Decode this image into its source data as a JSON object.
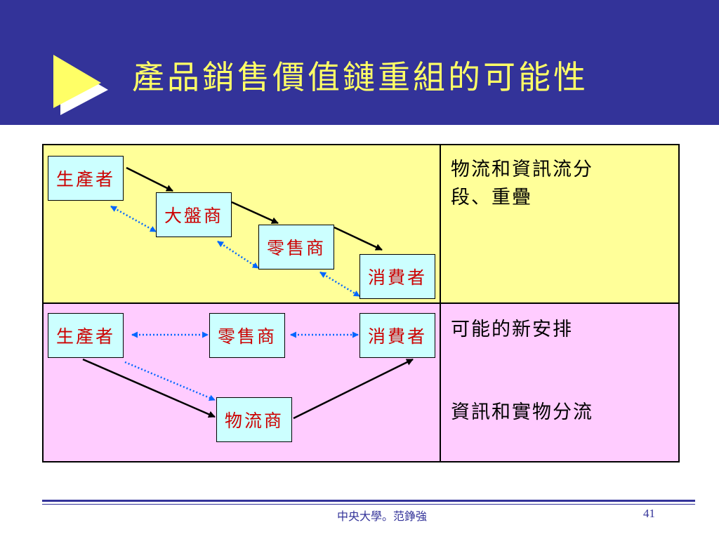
{
  "slide": {
    "title": "產品銷售價值鏈重組的可能性"
  },
  "top_diagram": {
    "nodes": {
      "producer": "生產者",
      "wholesaler": "大盤商",
      "retailer": "零售商",
      "consumer": "消費者"
    },
    "description_line1": "物流和資訊流分",
    "description_line2": "段、重疊"
  },
  "bottom_diagram": {
    "nodes": {
      "producer": "生產者",
      "retailer": "零售商",
      "consumer": "消費者",
      "logistics": "物流商"
    },
    "description_line1": "可能的新安排",
    "description_line2": "資訊和實物分流"
  },
  "footer": {
    "author": "中央大學。范錚強",
    "page_number": "41"
  },
  "colors": {
    "header_bg": "#333399",
    "title_text": "#ffff66",
    "top_panel_bg": "#ffff99",
    "bottom_panel_bg": "#ffccff",
    "node_bg": "#ccffff",
    "node_text": "#cc0000",
    "information_flow": "#0066ff",
    "physical_flow": "#000000"
  },
  "icons": {
    "title_bullet": "triangle-arrow-icon"
  }
}
